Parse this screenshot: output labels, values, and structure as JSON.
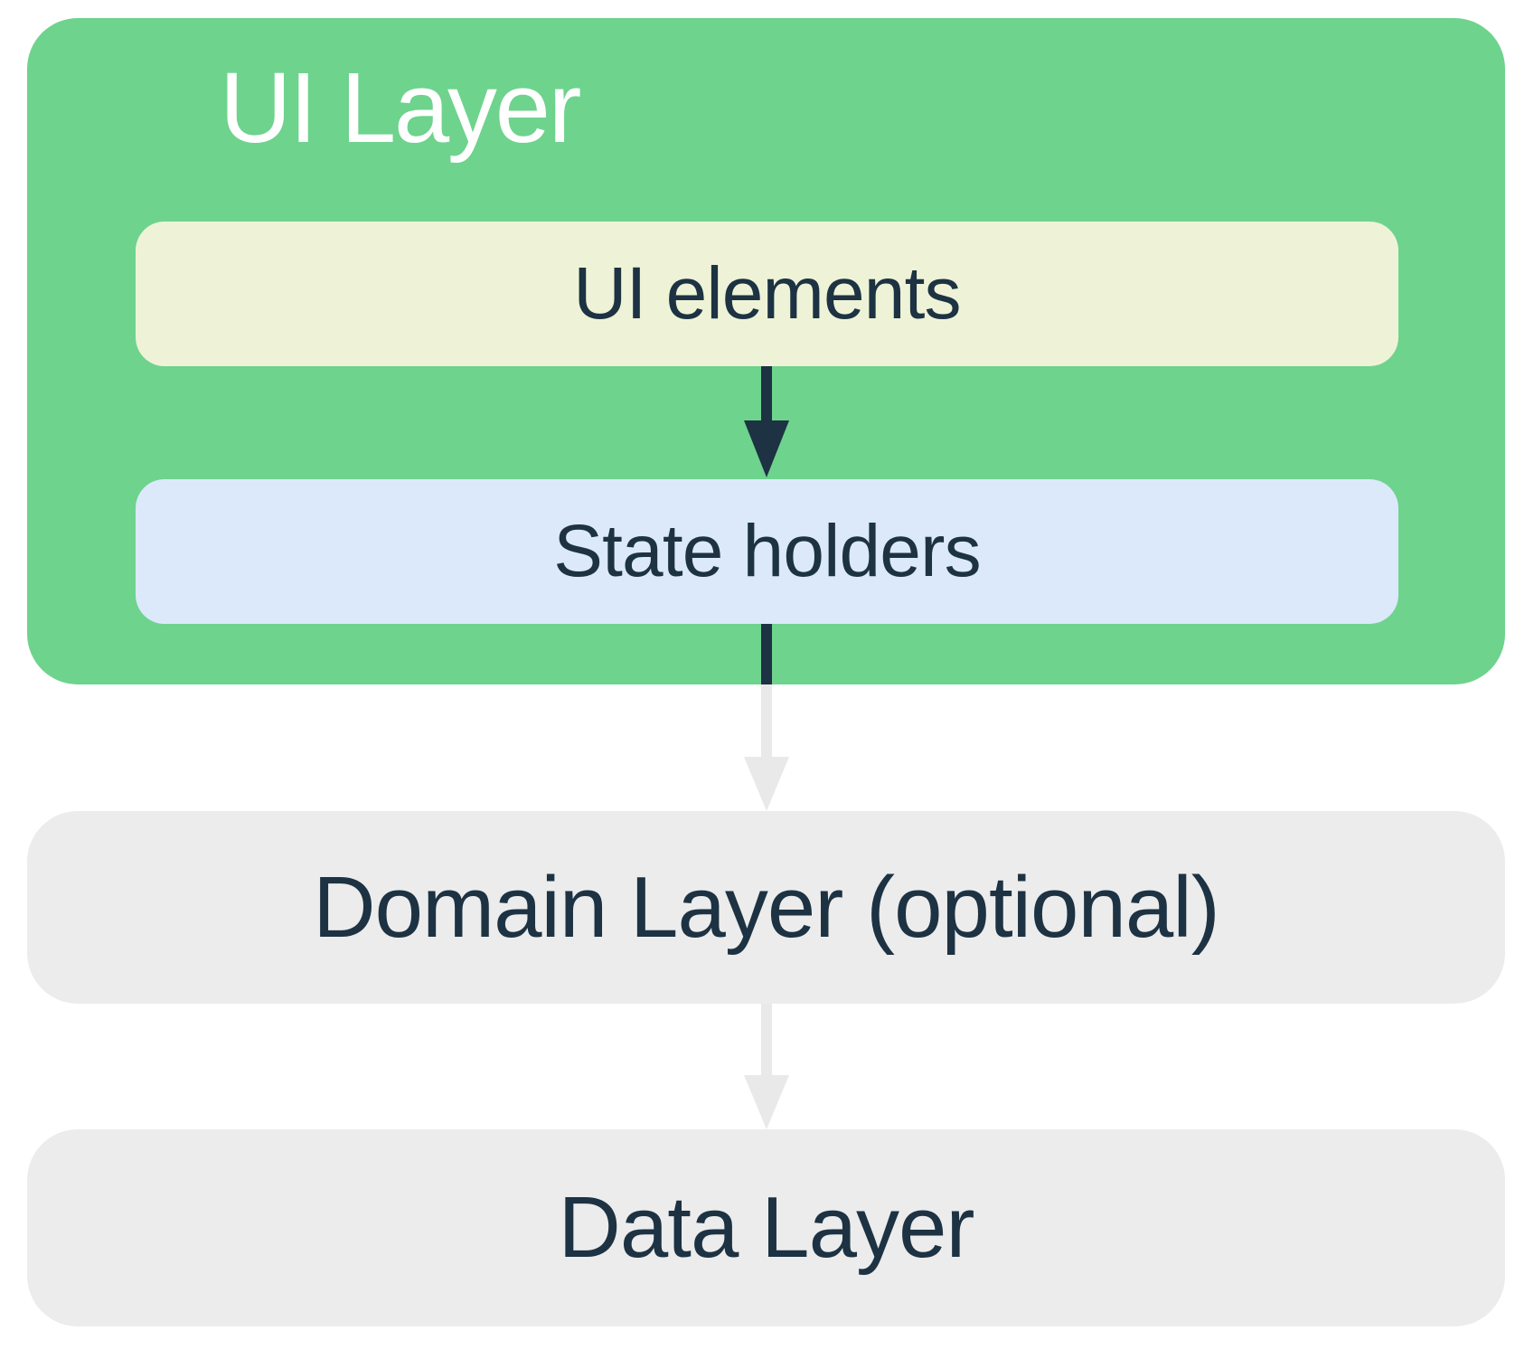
{
  "diagram": {
    "nodes": {
      "ui_layer": "UI Layer",
      "ui_elements": "UI elements",
      "state_holders": "State holders",
      "domain_layer": "Domain Layer (optional)",
      "data_layer": "Data Layer"
    },
    "edges": [
      {
        "from": "ui_elements",
        "to": "state_holders",
        "style": "dark"
      },
      {
        "from": "state_holders",
        "to": "domain_layer",
        "style": "dark-then-light"
      },
      {
        "from": "domain_layer",
        "to": "data_layer",
        "style": "light"
      }
    ],
    "colors": {
      "ui_layer_bg": "#6ed38d",
      "ui_elements_bg": "#eef3d7",
      "state_holders_bg": "#dbe9fa",
      "gray_layer_bg": "#ececec",
      "dark_arrow": "#1d3242",
      "light_arrow": "#e9e9e9",
      "title_text": "#ffffff",
      "body_text": "#1d3242",
      "background": "#ffffff"
    }
  }
}
